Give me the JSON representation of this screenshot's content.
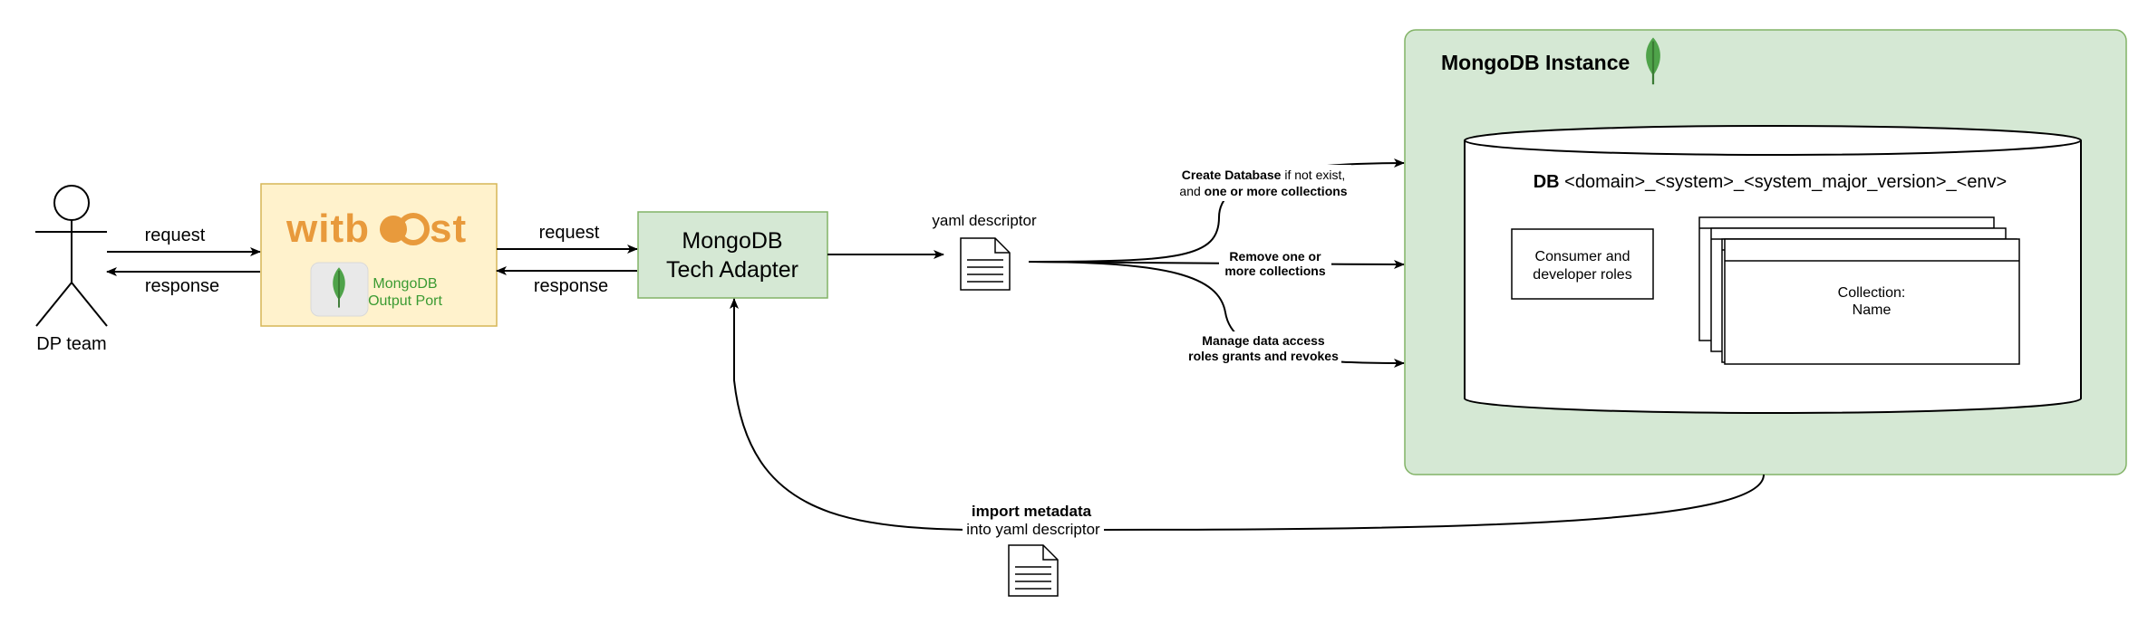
{
  "actor": {
    "label": "DP team"
  },
  "flows": {
    "request_1": "request",
    "response_1": "response",
    "request_2": "request",
    "response_2": "response"
  },
  "witboost": {
    "logo_pre": "witb",
    "logo_post": "st",
    "port_line1": "MongoDB",
    "port_line2": "Output Port",
    "brand_color": "#E89A3C"
  },
  "adapter": {
    "line1": "MongoDB",
    "line2": "Tech Adapter"
  },
  "descriptor": {
    "label": "yaml descriptor"
  },
  "operations": {
    "create_bold": "Create Database",
    "create_rest": " if not exist,",
    "create_line2_pre": "and ",
    "create_line2_bold": "one or more collections",
    "remove_line1": "Remove one or",
    "remove_line2": "more collections",
    "manage_line1": "Manage data access",
    "manage_line2": "roles grants and revokes"
  },
  "instance": {
    "title": "MongoDB Instance",
    "db_bold": "DB",
    "db_name": " <domain>_<system>_<system_major_version>_<env>",
    "roles_line1": "Consumer and",
    "roles_line2": "developer roles",
    "collection_line1": "Collection:",
    "collection_line2": "Name"
  },
  "import": {
    "bold": "import metadata",
    "rest": "into yaml descriptor"
  },
  "colors": {
    "green_fill": "#D5E8D4",
    "green_stroke": "#82B366",
    "yellow_fill": "#FFF2CC",
    "yellow_stroke": "#D6B656",
    "leaf": "#4FA34A"
  }
}
